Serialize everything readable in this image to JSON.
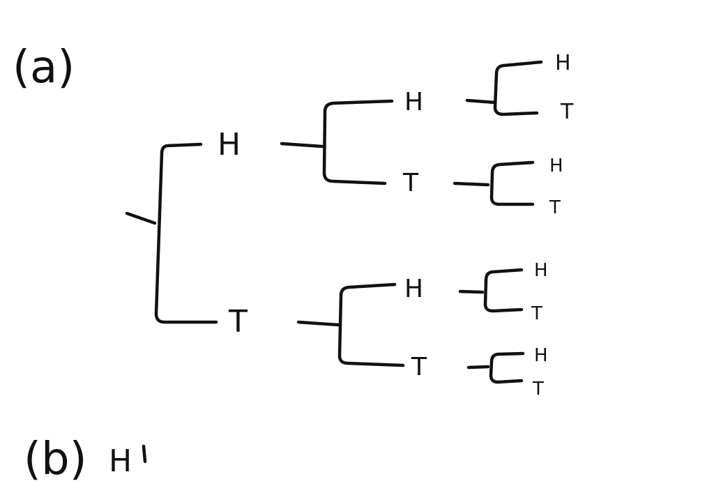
{
  "part_a": {
    "label": "(a)"
  },
  "part_b": {
    "label": "(b)",
    "answer": "H"
  },
  "tree": {
    "level1": {
      "top": "H",
      "bottom": "T"
    },
    "level2": {
      "hh": "H",
      "ht": "T",
      "th": "H",
      "tt": "T"
    },
    "level3": {
      "hhh": "H",
      "hht": "T",
      "hth": "H",
      "htt": "T",
      "thh": "H",
      "tht": "T",
      "tth": "H",
      "ttt": "T"
    }
  }
}
